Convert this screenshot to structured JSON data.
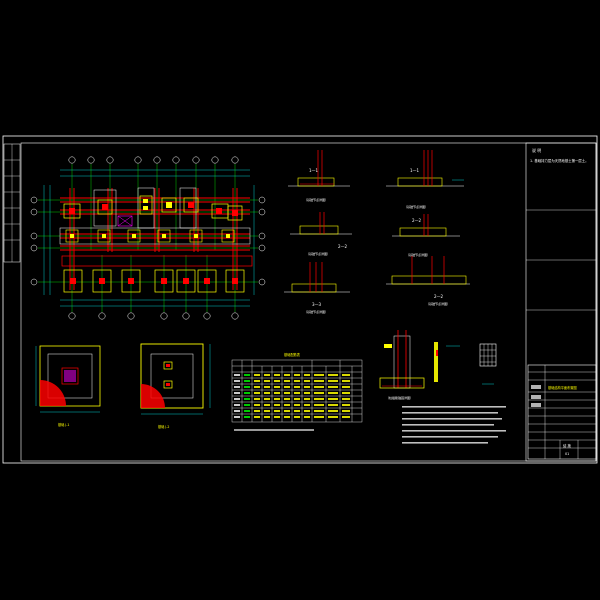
{
  "drawing": {
    "notes_heading": "说 明",
    "notes_first_line": "1. 基础持力层为天然地基土第一层土。",
    "cad_title": "基础结构平面布置图",
    "sheet_no_label": "结 施",
    "sheet_no": "01"
  },
  "section_titles": {
    "s1": "1—1",
    "s1_caption": "（基础节点详图）",
    "s2": "1—1",
    "s2_caption": "（基础节点详图）",
    "s3": "2—2",
    "s3_caption": "（基础节点详图）",
    "s4": "2—2",
    "s4_caption": "（基础节点详图）",
    "s5": "3—3",
    "s5_caption": "（基础节点详图）",
    "s6": "2—2",
    "s6_caption": "（基础节点详图）",
    "col_caption": "（柱插筋锚固详图）"
  },
  "footing_details": {
    "j1": "基础 J-1",
    "j2": "基础 J-2"
  },
  "table": {
    "title": "基础配筋表"
  },
  "colors": {
    "frame": "#ffffff",
    "axis": "#00ff00",
    "beam": "#ff0000",
    "footing": "#ffff00",
    "column": "#ffff00",
    "dim": "#00ffff",
    "rebar": "#ff0000",
    "hatch": "#ff0000"
  }
}
